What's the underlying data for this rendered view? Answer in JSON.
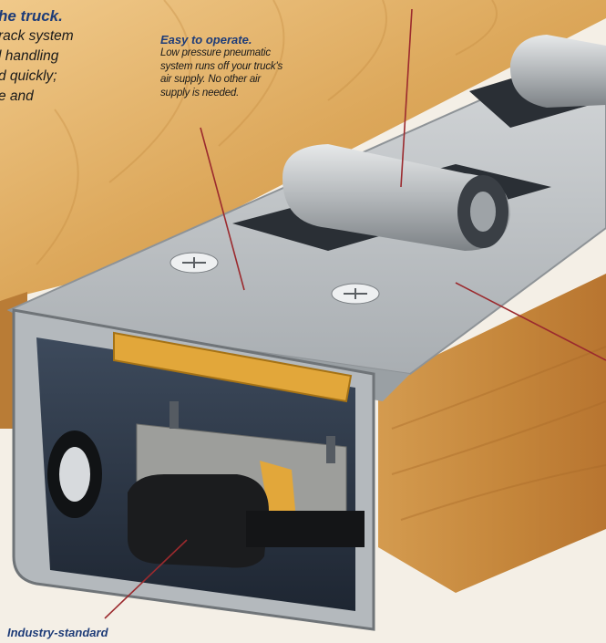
{
  "callouts": {
    "left": {
      "heading": "he truck.",
      "lines": [
        "rack system",
        "l handling",
        "d quickly;",
        "e and"
      ]
    },
    "easy": {
      "heading": "Easy to operate.",
      "lines": [
        "Low pressure pneumatic",
        "system runs off your truck's",
        "air supply. No other air",
        "supply is needed."
      ]
    },
    "bottom": {
      "heading": "Industry-standard"
    }
  },
  "colors": {
    "heading_blue": "#1e3c78",
    "wood": "#d9a85c",
    "metal": "#b9bec2",
    "leader": "#9b2a2e"
  }
}
